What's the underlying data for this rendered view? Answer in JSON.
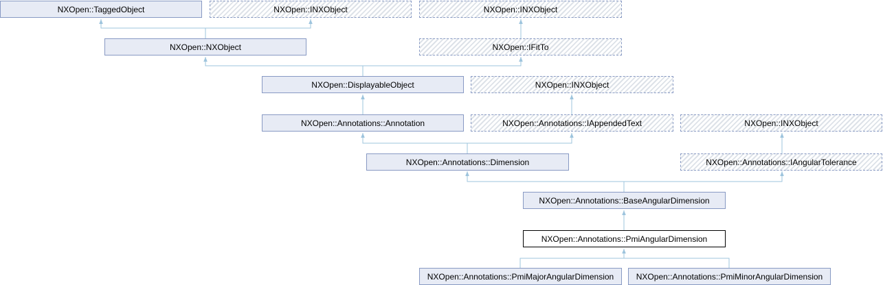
{
  "diagram": {
    "colors": {
      "edge": "#9ec4dd",
      "node_fill": "#e7ebf5",
      "node_border": "#8799c3",
      "current_border": "#000000"
    },
    "nodes": {
      "tagged_object": "NXOpen::TaggedObject",
      "inx_object_1": "NXOpen::INXObject",
      "inx_object_2": "NXOpen::INXObject",
      "nx_object": "NXOpen::NXObject",
      "ifit_to": "NXOpen::IFitTo",
      "displayable_object": "NXOpen::DisplayableObject",
      "inx_object_3": "NXOpen::INXObject",
      "annotation": "NXOpen::Annotations::Annotation",
      "iappended_text": "NXOpen::Annotations::IAppendedText",
      "inx_object_4": "NXOpen::INXObject",
      "dimension": "NXOpen::Annotations::Dimension",
      "iangular_tolerance": "NXOpen::Annotations::IAngularTolerance",
      "base_angular_dimension": "NXOpen::Annotations::BaseAngularDimension",
      "pmi_angular_dimension": "NXOpen::Annotations::PmiAngularDimension",
      "pmi_major_angular_dimension": "NXOpen::Annotations::PmiMajorAngularDimension",
      "pmi_minor_angular_dimension": "NXOpen::Annotations::PmiMinorAngularDimension"
    }
  }
}
